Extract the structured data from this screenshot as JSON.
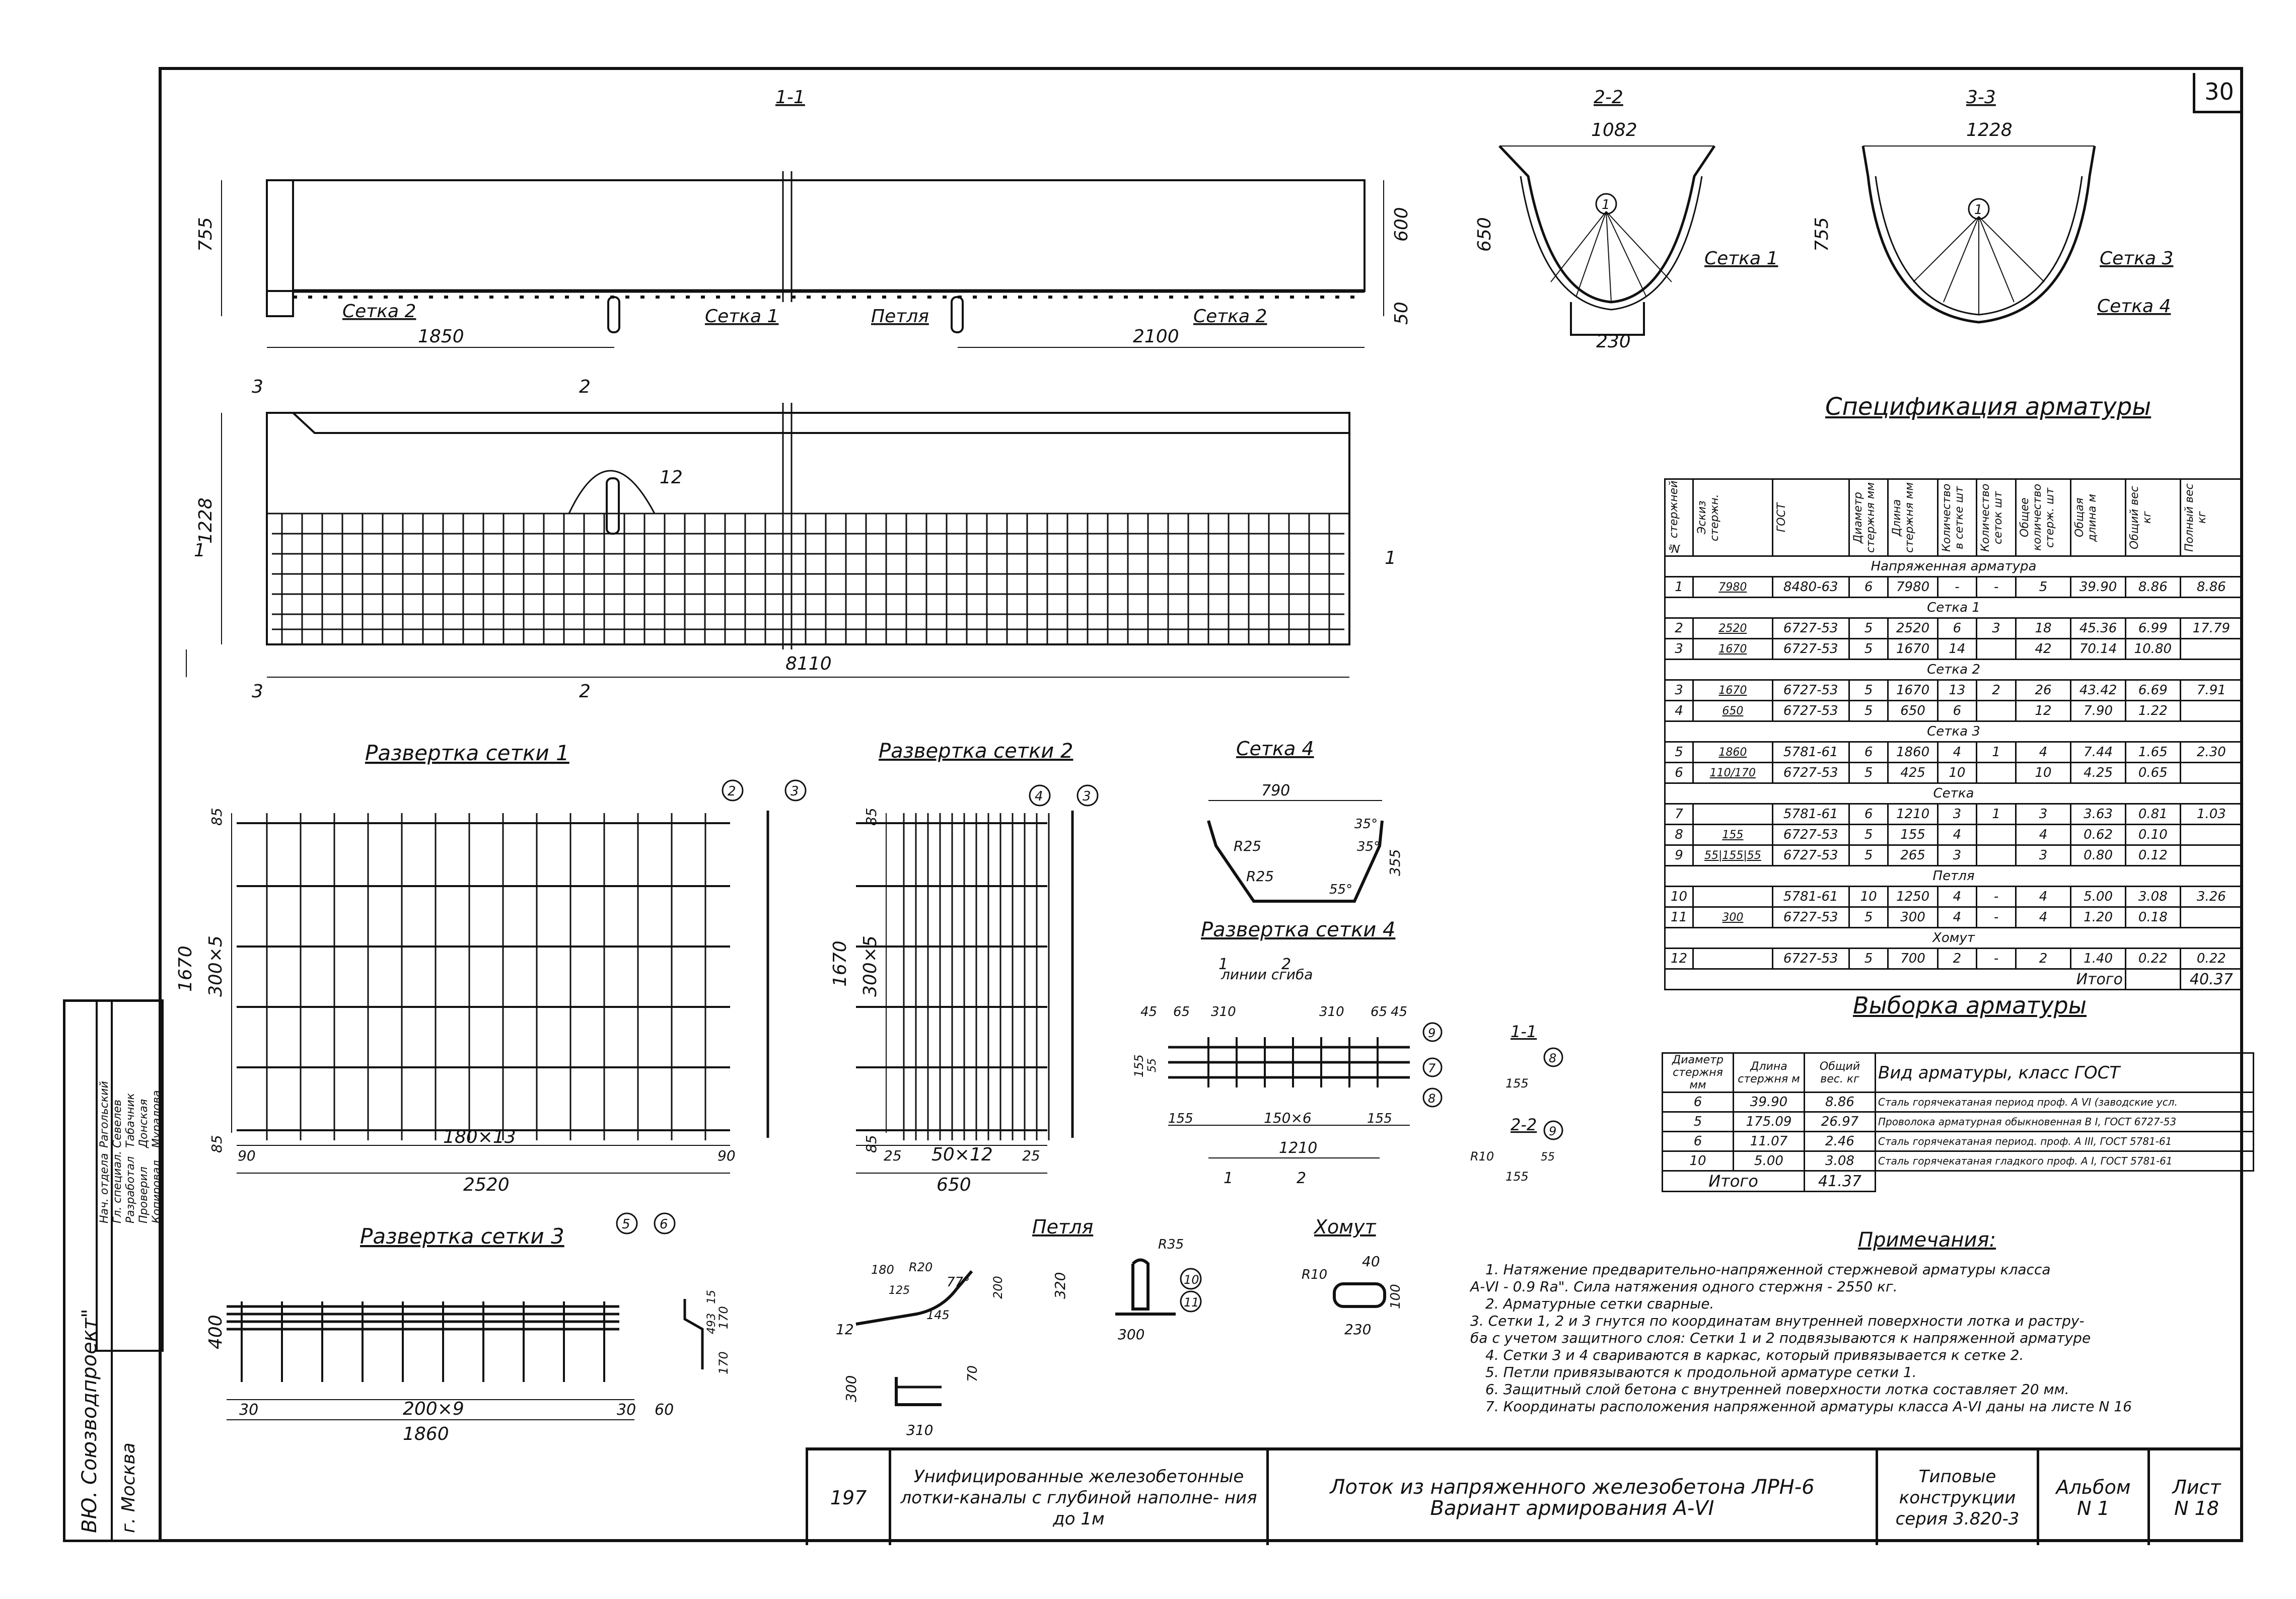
{
  "sheet": {
    "page_number": "30",
    "sections": {
      "s1": "1-1",
      "s2": "2-2",
      "s3": "3-3"
    }
  },
  "views": {
    "section_1_1": {
      "dims": [
        "755",
        "600",
        "50",
        "1850",
        "2100"
      ],
      "labels": {
        "setka2_left": "Сетка 2",
        "setka1": "Сетка 1",
        "petlya": "Петля",
        "setka2_right": "Сетка 2"
      }
    },
    "plan": {
      "dims": [
        "1228",
        "8110",
        "12"
      ],
      "cut_marks": {
        "m3": "3",
        "m2": "2",
        "m1": "1"
      }
    },
    "section_2_2": {
      "dims": [
        "1082",
        "650",
        "230"
      ],
      "callout": "1",
      "label": "Сетка 1"
    },
    "section_3_3": {
      "dims": [
        "1228",
        "755"
      ],
      "callout": "1",
      "label_a": "Сетка 3",
      "label_b": "Сетка 4"
    }
  },
  "unfold": {
    "setka1": {
      "title": "Развертка сетки 1",
      "dims": [
        "85",
        "1670",
        "300×5",
        "85",
        "90",
        "180×13",
        "90",
        "2520"
      ],
      "callouts": [
        "2",
        "3"
      ]
    },
    "setka2": {
      "title": "Развертка сетки 2",
      "dims": [
        "85",
        "1670",
        "300×5",
        "85",
        "25",
        "50×12",
        "25",
        "650"
      ],
      "callouts": [
        "4",
        "3"
      ]
    },
    "setka4": {
      "title": "Сетка 4",
      "dims": [
        "790",
        "R25",
        "R25",
        "35°",
        "35°",
        "55°",
        "355"
      ]
    },
    "setka4_unfold": {
      "title": "Развертка сетки 4",
      "bend": "линии сгиба",
      "dims": [
        "45",
        "65",
        "310",
        "310",
        "65",
        "45",
        "155",
        "55",
        "155",
        "150×6",
        "155",
        "1210"
      ],
      "callouts": [
        "9",
        "7",
        "8"
      ],
      "cuts": [
        "1",
        "2"
      ]
    },
    "cut11": {
      "title": "1-1",
      "dim": "155",
      "callout": "8"
    },
    "cut22": {
      "title": "2-2",
      "dims": [
        "R10",
        "55",
        "155"
      ],
      "callout": "9"
    },
    "setka3": {
      "title": "Развертка сетки 3",
      "dims": [
        "400",
        "30",
        "200×9",
        "30",
        "1860",
        "60"
      ],
      "callouts": [
        "5",
        "6"
      ],
      "detail_dims": [
        "15",
        "493",
        "170",
        "170"
      ]
    },
    "petlya": {
      "title": "Петля",
      "dims": [
        "180",
        "R20",
        "77°",
        "125",
        "200",
        "145",
        "12",
        "R35",
        "320",
        "300",
        "300",
        "70",
        "310"
      ],
      "callouts": [
        "10",
        "11"
      ]
    },
    "homut": {
      "title": "Хомут",
      "dims": [
        "R10",
        "40",
        "100",
        "230"
      ]
    }
  },
  "spec": {
    "title": "Спецификация арматуры",
    "headers": [
      "№ стержней",
      "Эскиз стержн.",
      "ГОСТ",
      "Диаметр стержня мм",
      "Длина стержня мм",
      "Количество в сетке шт",
      "Количество сеток шт",
      "Общее количество стерж. шт",
      "Общая длина м",
      "Общий вес кг",
      "Полный вес кг"
    ],
    "groups": [
      {
        "name": "Напряженная арматура",
        "rows": [
          [
            "1",
            "7980",
            "8480-63",
            "6",
            "7980",
            "-",
            "-",
            "5",
            "39.90",
            "8.86",
            "8.86"
          ]
        ]
      },
      {
        "name": "Сетка 1",
        "rows": [
          [
            "2",
            "2520",
            "6727-53",
            "5",
            "2520",
            "6",
            "3",
            "18",
            "45.36",
            "6.99",
            "17.79"
          ],
          [
            "3",
            "1670",
            "6727-53",
            "5",
            "1670",
            "14",
            "",
            "42",
            "70.14",
            "10.80",
            ""
          ]
        ]
      },
      {
        "name": "Сетка 2",
        "rows": [
          [
            "3",
            "1670",
            "6727-53",
            "5",
            "1670",
            "13",
            "2",
            "26",
            "43.42",
            "6.69",
            "7.91"
          ],
          [
            "4",
            "650",
            "6727-53",
            "5",
            "650",
            "6",
            "",
            "12",
            "7.90",
            "1.22",
            ""
          ]
        ]
      },
      {
        "name": "Сетка 3",
        "rows": [
          [
            "5",
            "1860",
            "5781-61",
            "6",
            "1860",
            "4",
            "1",
            "4",
            "7.44",
            "1.65",
            "2.30"
          ],
          [
            "6",
            "110/170",
            "6727-53",
            "5",
            "425",
            "10",
            "",
            "10",
            "4.25",
            "0.65",
            ""
          ]
        ]
      },
      {
        "name": "Сетка",
        "rows": [
          [
            "7",
            "",
            "5781-61",
            "6",
            "1210",
            "3",
            "1",
            "3",
            "3.63",
            "0.81",
            "1.03"
          ],
          [
            "8",
            "155",
            "6727-53",
            "5",
            "155",
            "4",
            "",
            "4",
            "0.62",
            "0.10",
            ""
          ],
          [
            "9",
            "55|155|55",
            "6727-53",
            "5",
            "265",
            "3",
            "",
            "3",
            "0.80",
            "0.12",
            ""
          ]
        ]
      },
      {
        "name": "Петля",
        "rows": [
          [
            "10",
            "",
            "5781-61",
            "10",
            "1250",
            "4",
            "-",
            "4",
            "5.00",
            "3.08",
            "3.26"
          ],
          [
            "11",
            "300",
            "6727-53",
            "5",
            "300",
            "4",
            "-",
            "4",
            "1.20",
            "0.18",
            ""
          ]
        ]
      },
      {
        "name": "Хомут",
        "rows": [
          [
            "12",
            "",
            "6727-53",
            "5",
            "700",
            "2",
            "-",
            "2",
            "1.40",
            "0.22",
            "0.22"
          ]
        ]
      }
    ],
    "total_label": "Итого",
    "total": "40.37"
  },
  "selection": {
    "title": "Выборка арматуры",
    "headers": [
      "Диаметр стержня мм",
      "Длина стержня м",
      "Общий вес. кг",
      "Вид арматуры, класс ГОСТ"
    ],
    "rows": [
      [
        "6",
        "39.90",
        "8.86",
        "Сталь горячекатаная период проф. А VI (заводские усл."
      ],
      [
        "5",
        "175.09",
        "26.97",
        "Проволока арматурная обыкновенная В I, ГОСТ 6727-53"
      ],
      [
        "6",
        "11.07",
        "2.46",
        "Сталь горячекатаная период. проф. А III, ГОСТ 5781-61"
      ],
      [
        "10",
        "5.00",
        "3.08",
        "Сталь горячекатаная гладкого проф. А I, ГОСТ 5781-61"
      ]
    ],
    "total_label": "Итого",
    "total": "41.37"
  },
  "notes": {
    "title": "Примечания:",
    "lines": [
      "1. Натяжение предварительно-напряженной стержневой арматуры класса",
      "А-VI - 0.9 Ra\". Сила натяжения одного стержня - 2550 кг.",
      "2. Арматурные сетки сварные.",
      "3. Сетки 1, 2 и 3 гнутся по координатам внутренней поверхности лотка и растру-",
      "ба с учетом защитного слоя: Сетки 1 и 2 подвязываются к напряженной арматуре",
      "4. Сетки 3 и 4 свариваются в каркас, который привязывается к сетке 2.",
      "5. Петли привязываются к продольной арматуре сетки 1.",
      "6. Защитный слой бетона с внутренней поверхности лотка составляет 20 мм.",
      "7. Координаты расположения напряженной арматуры класса А-VI даны на листе N 16"
    ]
  },
  "title_block": {
    "number": "197",
    "project": "Унифицированные железобетонные лотки-каналы с глубиной наполне- ния до 1м",
    "drawing": "Лоток из напряженного железобетона ЛРН-6 Вариант армирования А-VI",
    "series": "Типовые конструкции серия 3.820-3",
    "album_label": "Альбом",
    "album": "N 1",
    "sheet_label": "Лист",
    "sheet": "N 18"
  },
  "stamp": {
    "org": "ВЮ. Союзводпроект\"",
    "city": "г. Москва",
    "roles": [
      "Нач. отдела",
      "Гл. специал.",
      "Разработал",
      "Проверил",
      "Копировал"
    ],
    "names": [
      "Рагольский",
      "Севелев",
      "Табачник",
      "Донская",
      "Мурадова"
    ]
  }
}
